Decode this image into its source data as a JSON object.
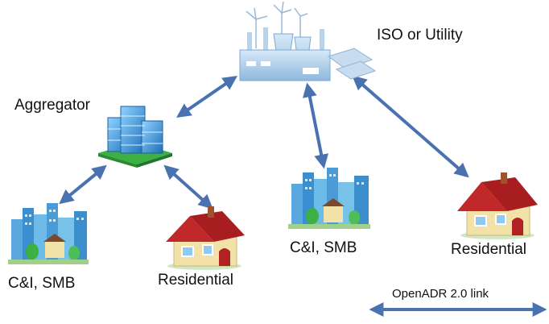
{
  "nodes": {
    "iso": {
      "label": "ISO or Utility",
      "icon": "power-plant-icon"
    },
    "aggregator": {
      "label": "Aggregator",
      "icon": "office-building-icon"
    },
    "ci_left": {
      "label": "C&I, SMB",
      "icon": "city-buildings-icon"
    },
    "res_left": {
      "label": "Residential",
      "icon": "house-icon"
    },
    "ci_right": {
      "label": "C&I, SMB",
      "icon": "city-buildings-icon"
    },
    "res_right": {
      "label": "Residential",
      "icon": "house-icon"
    }
  },
  "legend": {
    "label": "OpenADR 2.0 link",
    "icon": "double-arrow-icon"
  },
  "colors": {
    "link": "#4a72b0",
    "roof": "#c0282a",
    "wall": "#f2e2a8",
    "building": "#3a9ad9",
    "grass": "#3cb043"
  }
}
